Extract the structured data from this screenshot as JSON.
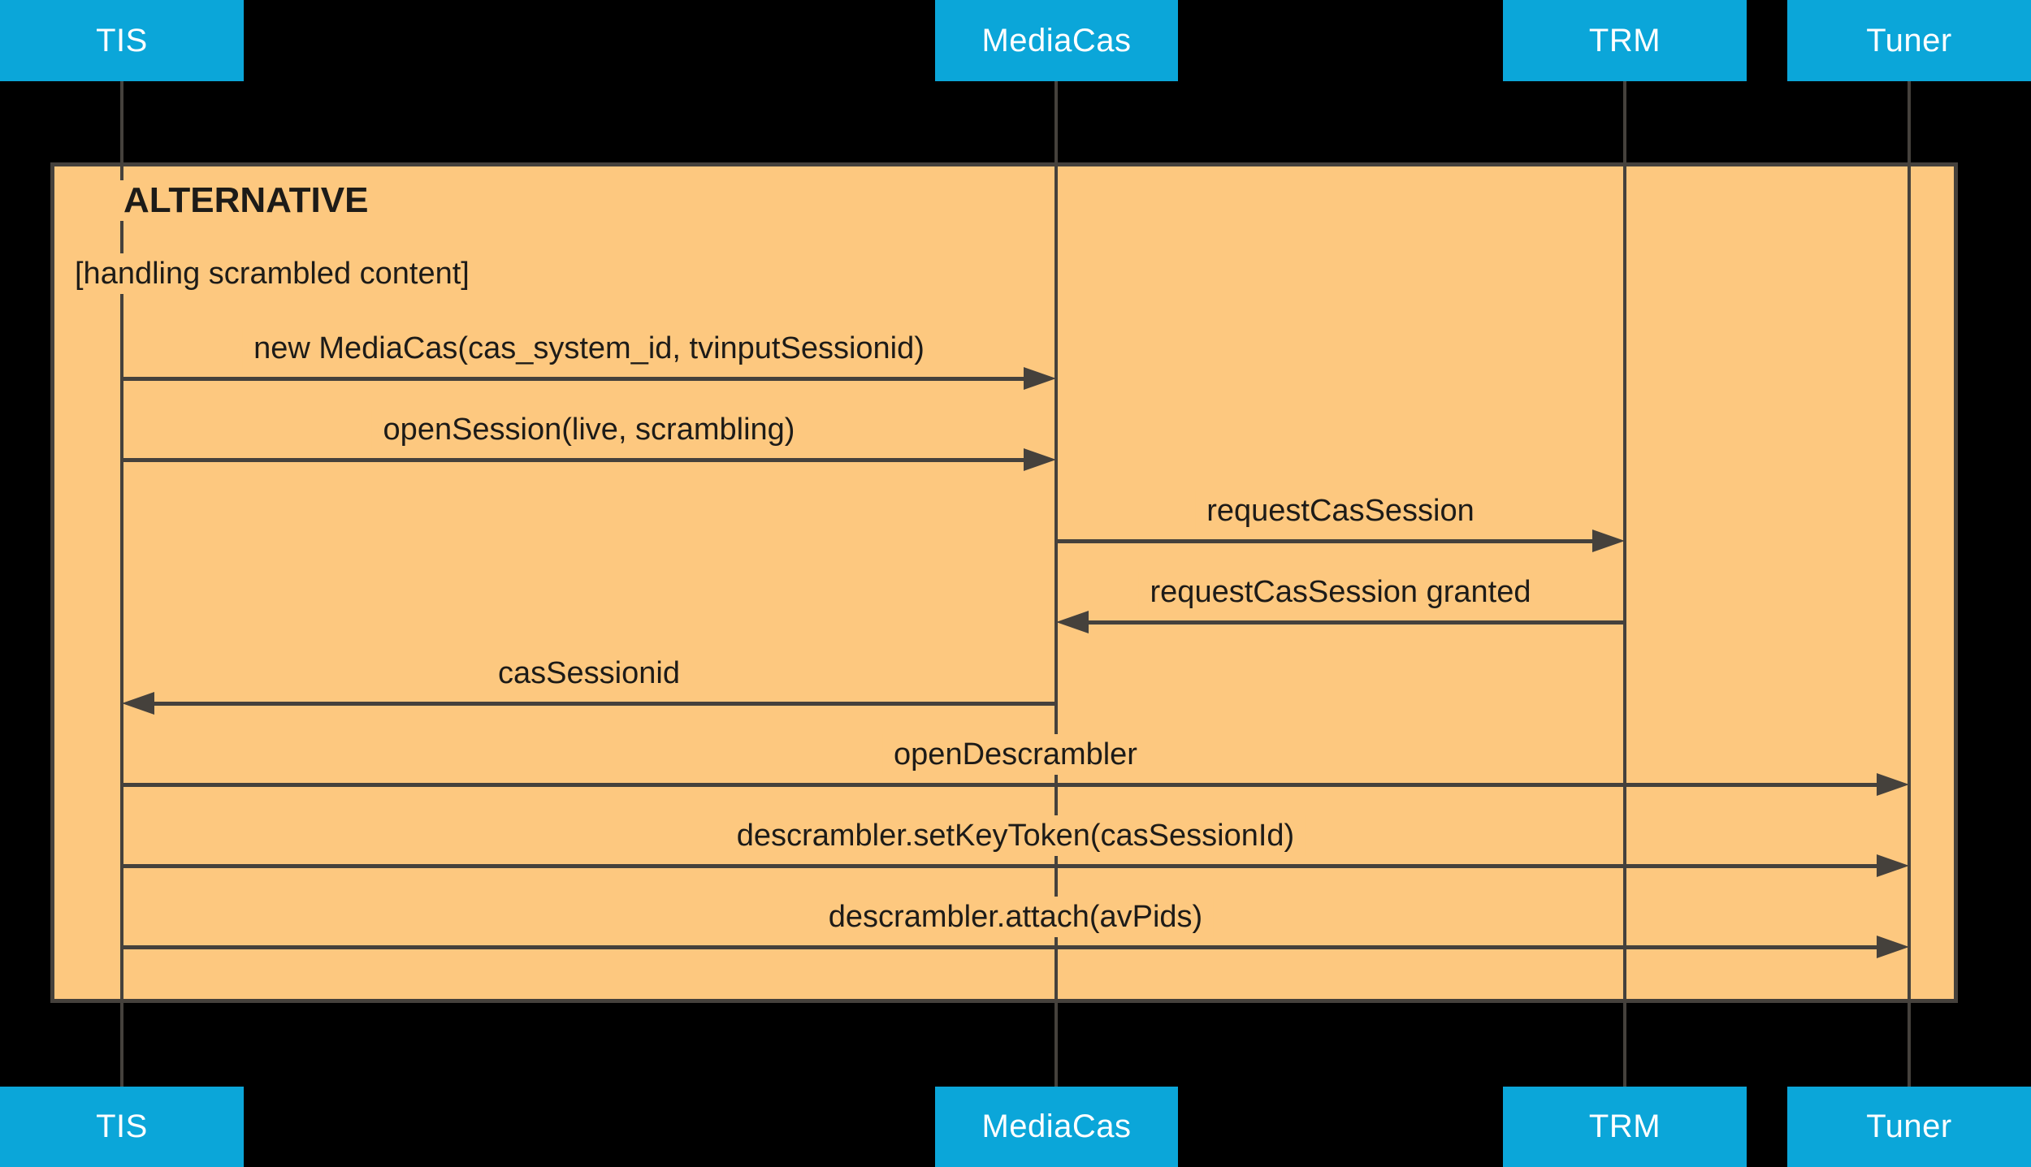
{
  "diagram_type": "sequence-diagram",
  "colors": {
    "background": "#000000",
    "actor_fill": "#0BA6D9",
    "actor_text": "#FFFFFF",
    "frame_fill": "#FDC87F",
    "line": "#45413C",
    "text": "#1D1B18"
  },
  "actors": [
    {
      "id": "tis",
      "label": "TIS"
    },
    {
      "id": "mediacas",
      "label": "MediaCas"
    },
    {
      "id": "trm",
      "label": "TRM"
    },
    {
      "id": "tuner",
      "label": "Tuner"
    }
  ],
  "frame": {
    "title": "ALTERNATIVE",
    "condition": "[handling scrambled content]"
  },
  "messages": [
    {
      "label": "new MediaCas(cas_system_id, tvinputSessionid)",
      "from": "tis",
      "to": "mediacas"
    },
    {
      "label": "openSession(live, scrambling)",
      "from": "tis",
      "to": "mediacas"
    },
    {
      "label": "requestCasSession",
      "from": "mediacas",
      "to": "trm"
    },
    {
      "label": "requestCasSession granted",
      "from": "trm",
      "to": "mediacas"
    },
    {
      "label": "casSessionid",
      "from": "mediacas",
      "to": "tis"
    },
    {
      "label": "openDescrambler",
      "from": "tis",
      "to": "tuner"
    },
    {
      "label": "descrambler.setKeyToken(casSessionId)",
      "from": "tis",
      "to": "tuner"
    },
    {
      "label": "descrambler.attach(avPids)",
      "from": "tis",
      "to": "tuner"
    }
  ]
}
